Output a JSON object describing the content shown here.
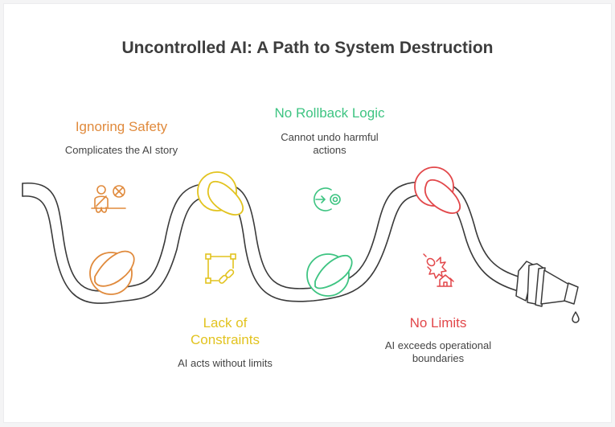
{
  "title": "Uncontrolled AI: A Path to System Destruction",
  "colors": {
    "hose": "#3a3a3a",
    "orange": "#e08a3c",
    "yellow": "#e2c31f",
    "green": "#3ec482",
    "red": "#e2474a",
    "title": "#3d3d3d",
    "text": "#444444"
  },
  "steps": [
    {
      "label": "Ignoring Safety",
      "description": "Complicates the AI story",
      "icon": "seatbelt-person-icon",
      "color": "#e08a3c"
    },
    {
      "label": "Lack of Constraints",
      "description": "AI acts without limits",
      "icon": "unbound-link-icon",
      "color": "#e2c31f"
    },
    {
      "label": "No Rollback Logic",
      "description": "Cannot undo harmful actions",
      "icon": "no-undo-target-icon",
      "color": "#3ec482"
    },
    {
      "label": "No Limits",
      "description": "AI exceeds operational boundaries",
      "icon": "explosion-house-icon",
      "color": "#e2474a"
    }
  ]
}
